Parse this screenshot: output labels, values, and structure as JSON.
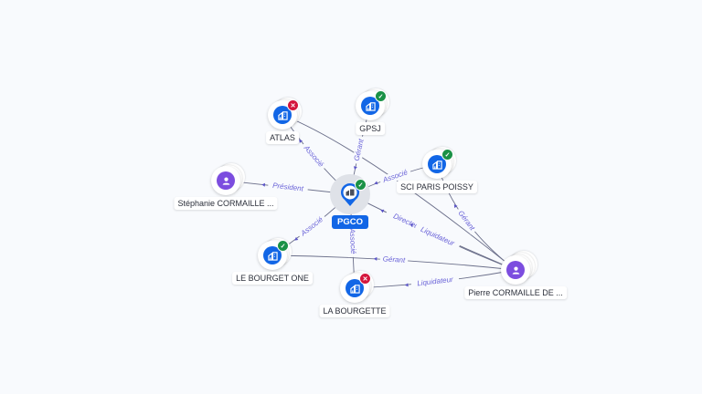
{
  "graph": {
    "center": {
      "id": "pgco",
      "label": "PGCO",
      "type": "company",
      "status": "active"
    },
    "nodes": [
      {
        "id": "atlas",
        "label": "ATLAS",
        "type": "company",
        "status": "inactive"
      },
      {
        "id": "gpsj",
        "label": "GPSJ",
        "type": "company",
        "status": "active"
      },
      {
        "id": "sci",
        "label": "SCI PARIS POISSY",
        "type": "company",
        "status": "active"
      },
      {
        "id": "stephanie",
        "label": "Stéphanie CORMAILLE ...",
        "type": "person"
      },
      {
        "id": "lebourget",
        "label": "LE BOURGET ONE",
        "type": "company",
        "status": "active"
      },
      {
        "id": "labourgette",
        "label": "LA BOURGETTE",
        "type": "company",
        "status": "inactive"
      },
      {
        "id": "pierre",
        "label": "Pierre CORMAILLE DE ...",
        "type": "person"
      }
    ],
    "edges": [
      {
        "from": "pgco",
        "to": "atlas",
        "label": "Associé"
      },
      {
        "from": "pgco",
        "to": "gpsj",
        "label": "Gérant"
      },
      {
        "from": "pgco",
        "to": "sci",
        "label": "Associé"
      },
      {
        "from": "stephanie",
        "to": "pgco",
        "label": "Président"
      },
      {
        "from": "pgco",
        "to": "lebourget",
        "label": "Associé"
      },
      {
        "from": "pgco",
        "to": "labourgette",
        "label": "Associé"
      },
      {
        "from": "pierre",
        "to": "pgco",
        "label": "Directeur général"
      },
      {
        "from": "pierre",
        "to": "pgco",
        "label": "Liquidateur"
      },
      {
        "from": "pierre",
        "to": "sci",
        "label": "Gérant"
      },
      {
        "from": "pierre",
        "to": "lebourget",
        "label": "Gérant"
      },
      {
        "from": "pierre",
        "to": "labourgette",
        "label": "Liquidateur"
      },
      {
        "from": "pierre",
        "to": "atlas",
        "label": ""
      }
    ],
    "colors": {
      "company": "#1266e6",
      "person": "#7c4ddf",
      "status_active": "#1a9146",
      "status_inactive": "#d4163c",
      "edge": "#6b6f8a",
      "edge_label": "#6a63d8",
      "background": "#f8fafd"
    }
  }
}
